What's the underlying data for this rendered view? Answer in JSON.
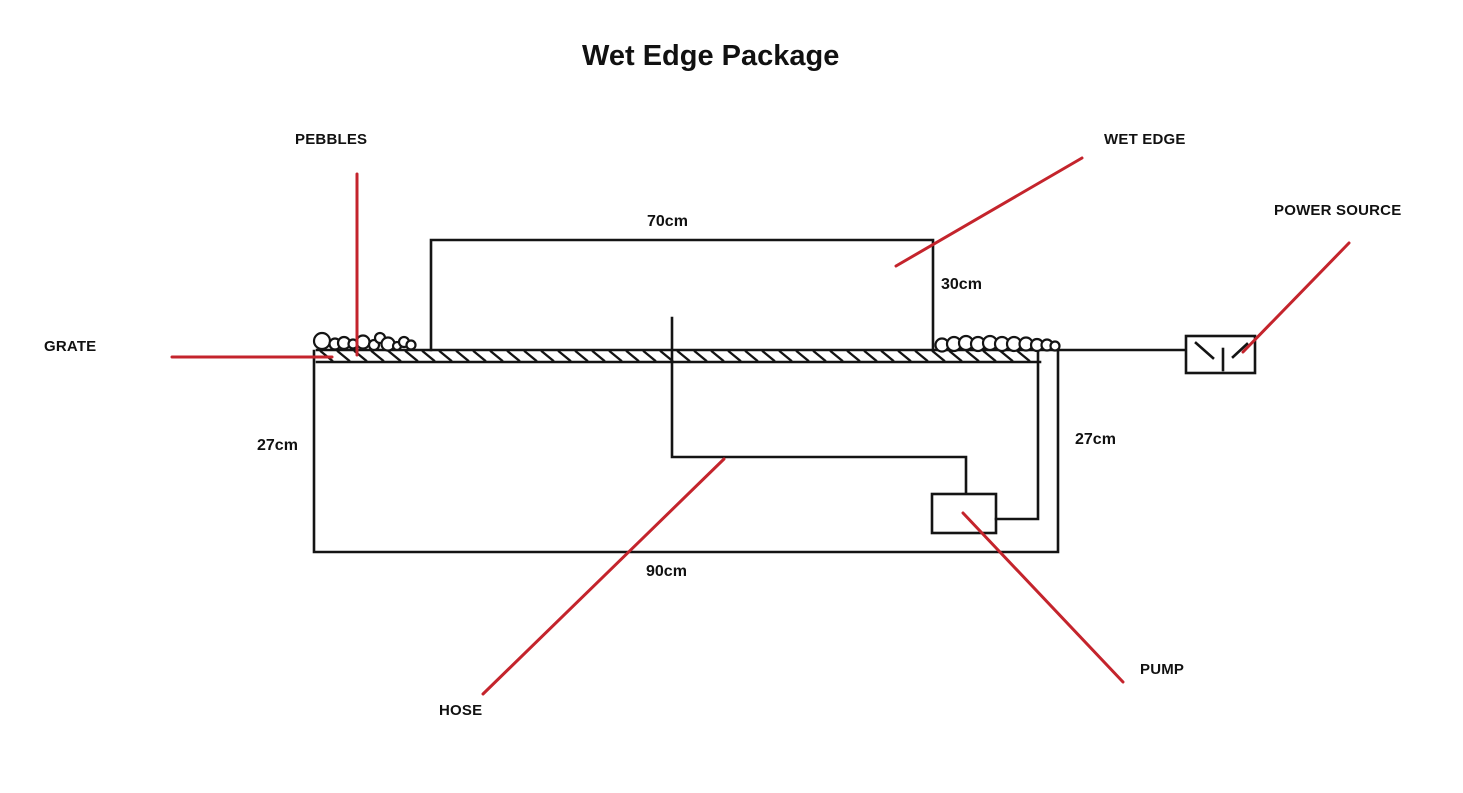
{
  "title": "Wet Edge Package",
  "labels": {
    "pebbles": "PEBBLES",
    "wet_edge": "WET EDGE",
    "power_source": "POWER SOURCE",
    "grate": "GRATE",
    "hose": "HOSE",
    "pump": "PUMP"
  },
  "dimensions": {
    "top_width": "70cm",
    "edge_height": "30cm",
    "depth_left": "27cm",
    "depth_right": "27cm",
    "base_width": "90cm"
  },
  "colors": {
    "line": "#141414",
    "annotation": "#c4242c"
  }
}
